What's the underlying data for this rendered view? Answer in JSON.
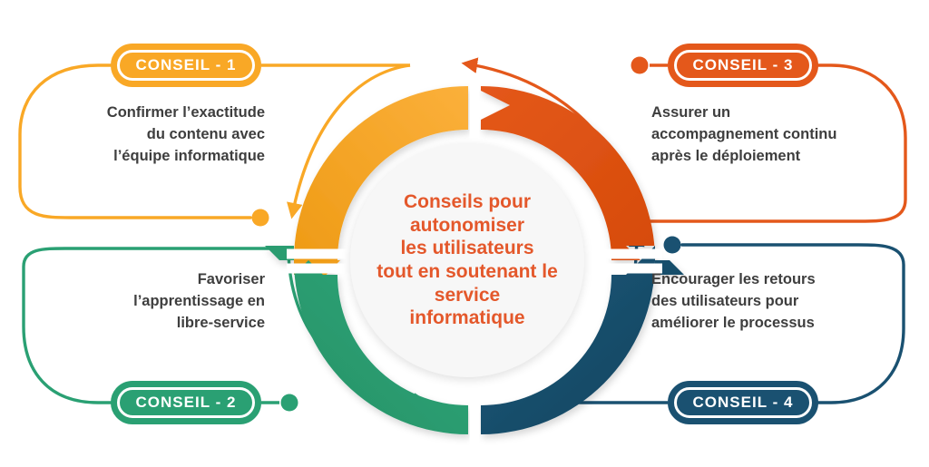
{
  "diagram": {
    "title": "Conseils pour autonomiser les utilisateurs tout en soutenant le service informatique",
    "type": "cyclic-process",
    "center": {
      "lines": [
        "Conseils pour",
        "autonomiser",
        "les utilisateurs",
        "tout en soutenant le",
        "service",
        "informatique"
      ],
      "text_color": "#E4582B",
      "hub_fill": "#F7F7F7"
    },
    "colors": {
      "tip1": "#F9A826",
      "tip2": "#2AA073",
      "tip3": "#E4581B",
      "tip4": "#1A5171",
      "body_text": "#3E3E3E",
      "background": "#FFFFFF"
    },
    "tips": [
      {
        "id": "tip-1",
        "badge": "CONSEIL - 1",
        "color": "#F9A826",
        "position": "top-left",
        "align": "right",
        "lines": [
          "Confirmer l’exactitude",
          "du contenu avec",
          "l’équipe informatique"
        ]
      },
      {
        "id": "tip-2",
        "badge": "CONSEIL - 2",
        "color": "#2AA073",
        "position": "bottom-left",
        "align": "right",
        "lines": [
          "Favoriser",
          "l’apprentissage en",
          "libre-service"
        ]
      },
      {
        "id": "tip-3",
        "badge": "CONSEIL  - 3",
        "color": "#E4581B",
        "position": "top-right",
        "align": "left",
        "lines": [
          "Assurer un",
          "accompagnement continu",
          "après le déploiement"
        ]
      },
      {
        "id": "tip-4",
        "badge": "CONSEIL  -  4",
        "color": "#1A5171",
        "position": "bottom-right",
        "align": "left",
        "lines": [
          "Encourager les retours",
          "des utilisateurs pour",
          "améliorer le processus"
        ]
      }
    ]
  }
}
